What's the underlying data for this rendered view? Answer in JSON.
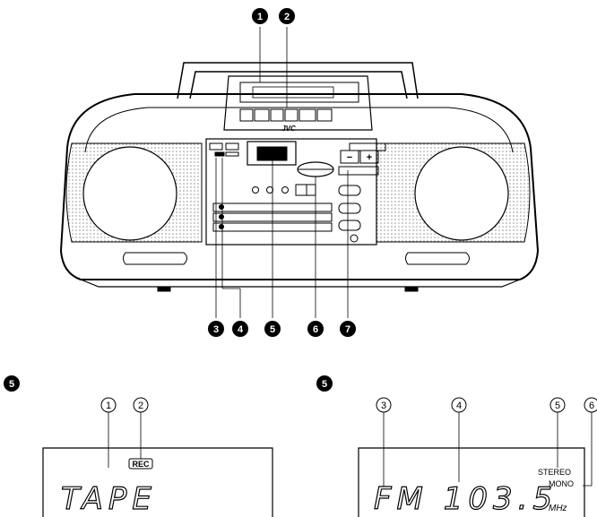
{
  "top_callouts": [
    "1",
    "2"
  ],
  "bottom_callouts": [
    "3",
    "4",
    "5",
    "6",
    "7"
  ],
  "buttons": [
    "+",
    "−"
  ],
  "brand": "JVC",
  "left_section": {
    "marker": "5",
    "circles": [
      "1",
      "2"
    ],
    "display_text": "TAPE",
    "rec_badge": "REC"
  },
  "right_section": {
    "marker": "5",
    "circles": [
      "3",
      "4",
      "5",
      "6"
    ],
    "display_text": "FM 103.5",
    "stereo": "STEREO",
    "mono": "MONO",
    "unit": "MHz"
  }
}
